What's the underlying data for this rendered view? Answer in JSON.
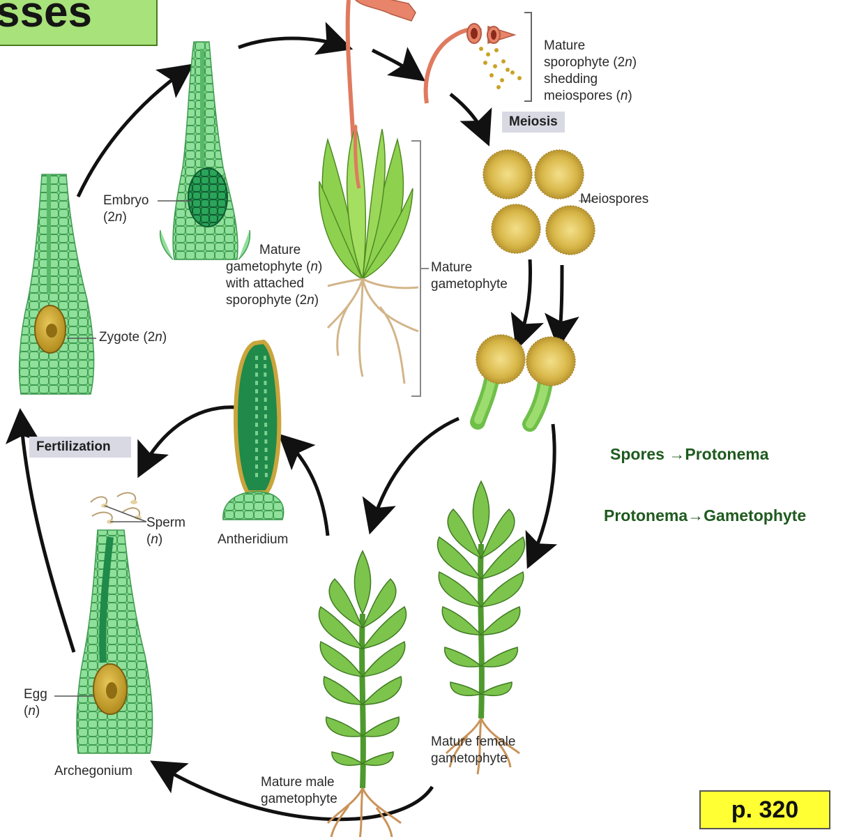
{
  "title_fragment": "sses",
  "colors": {
    "gametophyte_green": "#6fcf7b",
    "cell_outline": "#3e9a50",
    "embryo_green": "#1f8a4a",
    "zygote_gold": "#c9a227",
    "sporophyte_red": "#e07a5f",
    "spore_yellow": "#d9b84a",
    "arrow": "#111111",
    "title_green": "#a8e27a",
    "page_box_yellow": "#ffff33",
    "note_green": "#1f5a1f"
  },
  "labels": {
    "mature_sporophyte": {
      "l1": "Mature",
      "l2a": "sporophyte (2",
      "l2n": "n",
      "l2b": ")",
      "l3": "shedding",
      "l4a": "meiospores (",
      "l4n": "n",
      "l4b": ")"
    },
    "meiosis": "Meiosis",
    "meiospores": "Meiospores",
    "embryo": {
      "l1": "Embryo",
      "l2a": "(2",
      "l2n": "n",
      "l2b": ")"
    },
    "mature_gametophyte_attached": {
      "l1": "Mature",
      "l2a": "gametophyte (",
      "l2n": "n",
      "l2b": ")",
      "l3": "with attached",
      "l4a": "sporophyte (2",
      "l4n": "n",
      "l4b": ")"
    },
    "mature_gametophyte": {
      "l1": "Mature",
      "l2": "gametophyte"
    },
    "zygote": {
      "a": "Zygote (2",
      "n": "n",
      "b": ")"
    },
    "fertilization": "Fertilization",
    "sperm": {
      "l1": "Sperm",
      "l2a": "(",
      "l2n": "n",
      "l2b": ")"
    },
    "antheridium": "Antheridium",
    "egg": {
      "l1": "Egg",
      "l2a": "(",
      "l2n": "n",
      "l2b": ")"
    },
    "archegonium": "Archegonium",
    "mature_male": {
      "l1": "Mature male",
      "l2": "gametophyte"
    },
    "mature_female": {
      "l1": "Mature female",
      "l2": "gametophyte"
    }
  },
  "notes": {
    "spores_protonema": "Spores →Protonema",
    "protonema_gametophyte": "Protonema→Gametophyte"
  },
  "page_ref": "p. 320"
}
